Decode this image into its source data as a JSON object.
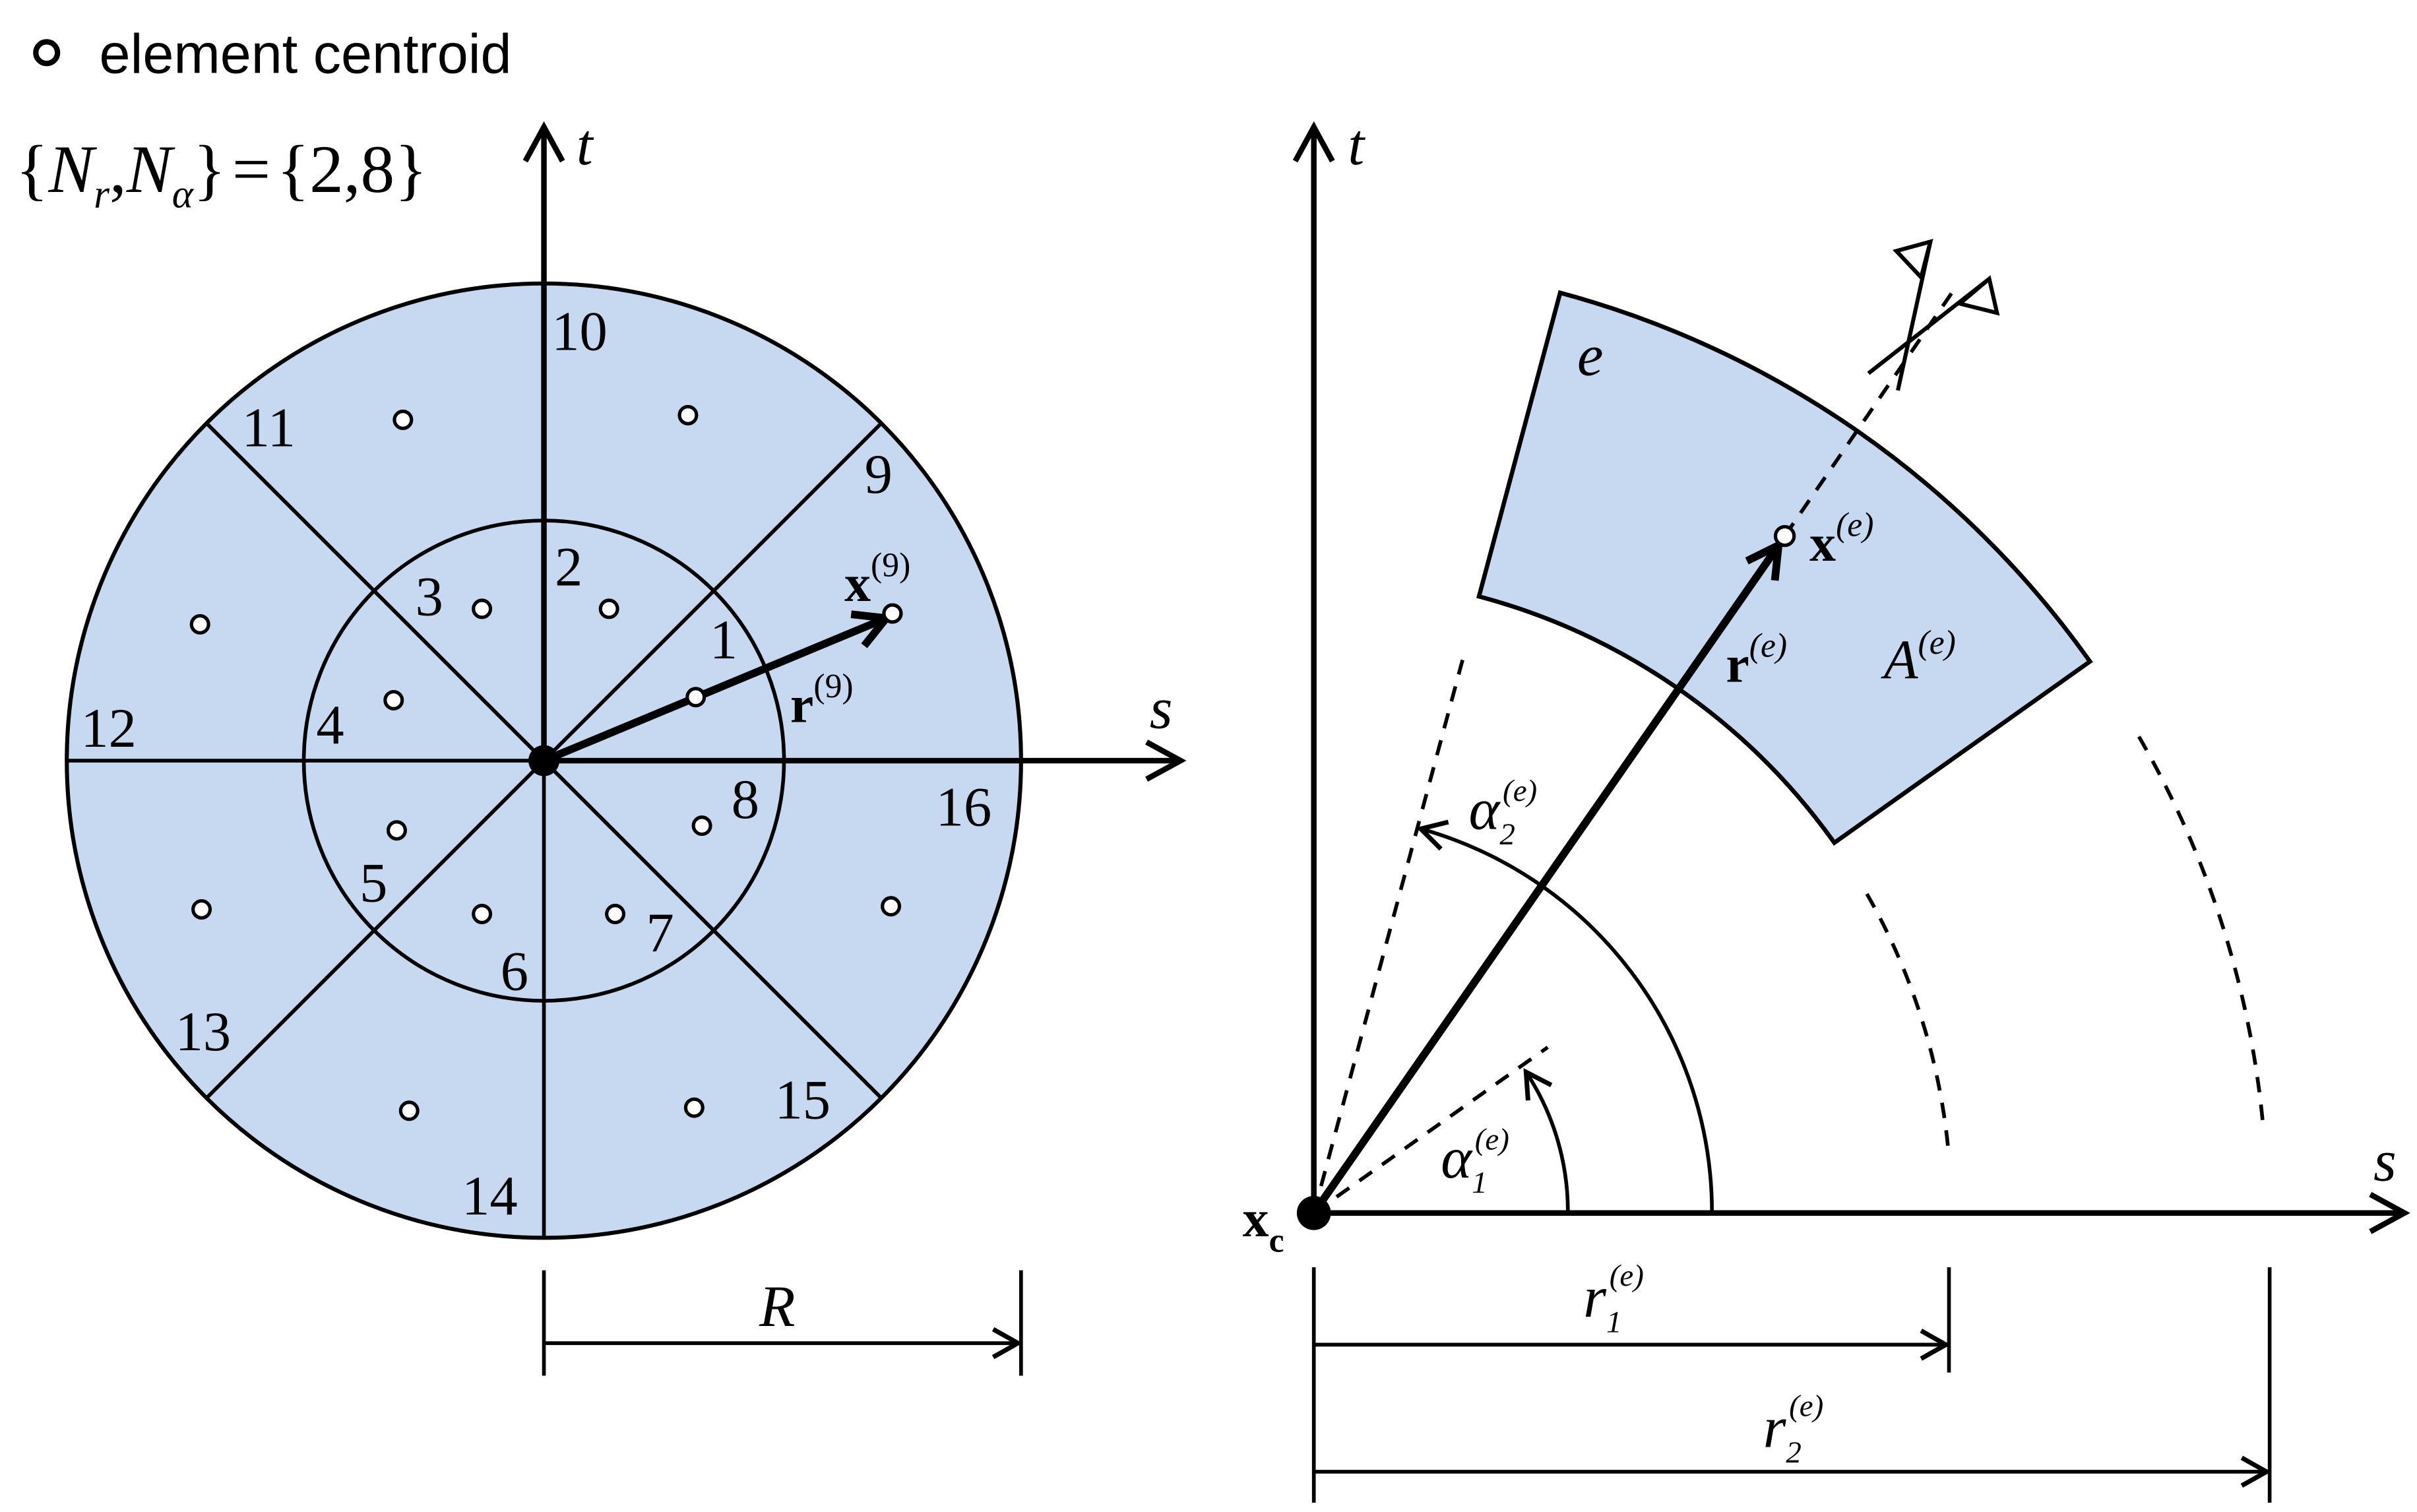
{
  "legend": {
    "symbol": "hollow-circle-icon",
    "label": "element centroid"
  },
  "discretization": {
    "lbrace": "{",
    "N": "N",
    "r_sub": "r",
    "comma": ",",
    "alpha_sub": "α",
    "rbrace": "}",
    "equals": "=",
    "value": "{2,8}"
  },
  "colors": {
    "element_fill": "#c6d9f0",
    "stroke": "#000000"
  },
  "left_diagram": {
    "axis_t": "t",
    "axis_s": "s",
    "element_numbers": [
      "1",
      "2",
      "3",
      "4",
      "5",
      "6",
      "7",
      "8",
      "9",
      "10",
      "11",
      "12",
      "13",
      "14",
      "15",
      "16"
    ],
    "x_label": "x",
    "x_sup": "(9)",
    "r_label": "r",
    "r_sup": "(9)",
    "radius_label": "R"
  },
  "right_diagram": {
    "axis_t": "t",
    "axis_s": "s",
    "element_label": "e",
    "x_label": "x",
    "x_sup": "(e)",
    "r_label": "r",
    "r_sup": "(e)",
    "area_label": "A",
    "area_sup": "(e)",
    "alpha2_label": "α",
    "alpha2_sub": "2",
    "alpha2_sup": "(e)",
    "alpha1_label": "α",
    "alpha1_sub": "1",
    "alpha1_sup": "(e)",
    "origin_label": "x",
    "origin_sub": "c",
    "r1_label": "r",
    "r1_sub": "1",
    "r1_sup": "(e)",
    "r2_label": "r",
    "r2_sub": "2",
    "r2_sup": "(e)"
  }
}
